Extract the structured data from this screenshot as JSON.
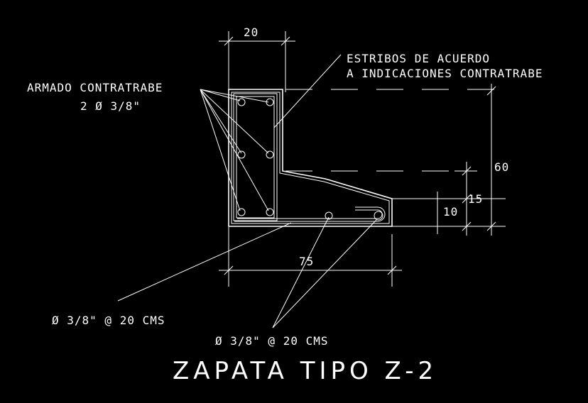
{
  "dimensions": {
    "top_width": "20",
    "total_height": "60",
    "bottom_width": "75",
    "heel_15": "15",
    "heel_10": "10"
  },
  "notes": {
    "stirrups_line1": "ESTRIBOS DE ACUERDO",
    "stirrups_line2": "A INDICACIONES CONTRATRABE",
    "armado_line1": "ARMADO CONTRATRABE",
    "armado_line2": "2  Ø 3/8\"",
    "bars_left": "Ø  3/8\" @ 20 CMS",
    "bars_bottom": "Ø  3/8\" @ 20 CMS"
  },
  "title": "ZAPATA TIPO  Z-2",
  "colors": {
    "background": "#000000",
    "lines": "#ffffff"
  }
}
